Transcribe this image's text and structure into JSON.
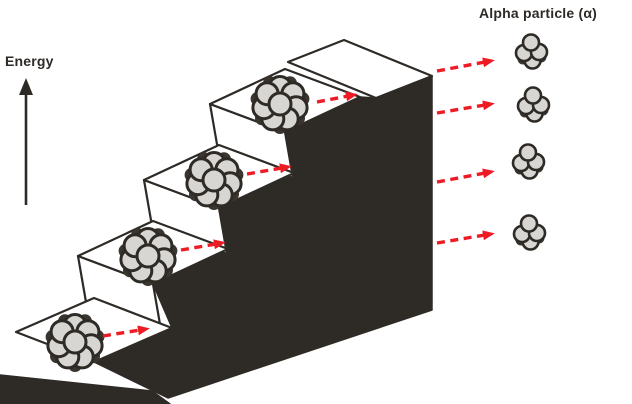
{
  "diagram": {
    "energy_label": "Energy",
    "alpha_label": "Alpha particle (α)",
    "step_count": 5,
    "parent_nucleus_count": 4,
    "alpha_particle_count": 4,
    "colors": {
      "dark": "#2e2a26",
      "red": "#ed1c24",
      "nucleus_fill": "#d8d6d2",
      "nucleus_back": "#3a352f",
      "background": "#ffffff",
      "face_fill": "#ffffff"
    }
  }
}
